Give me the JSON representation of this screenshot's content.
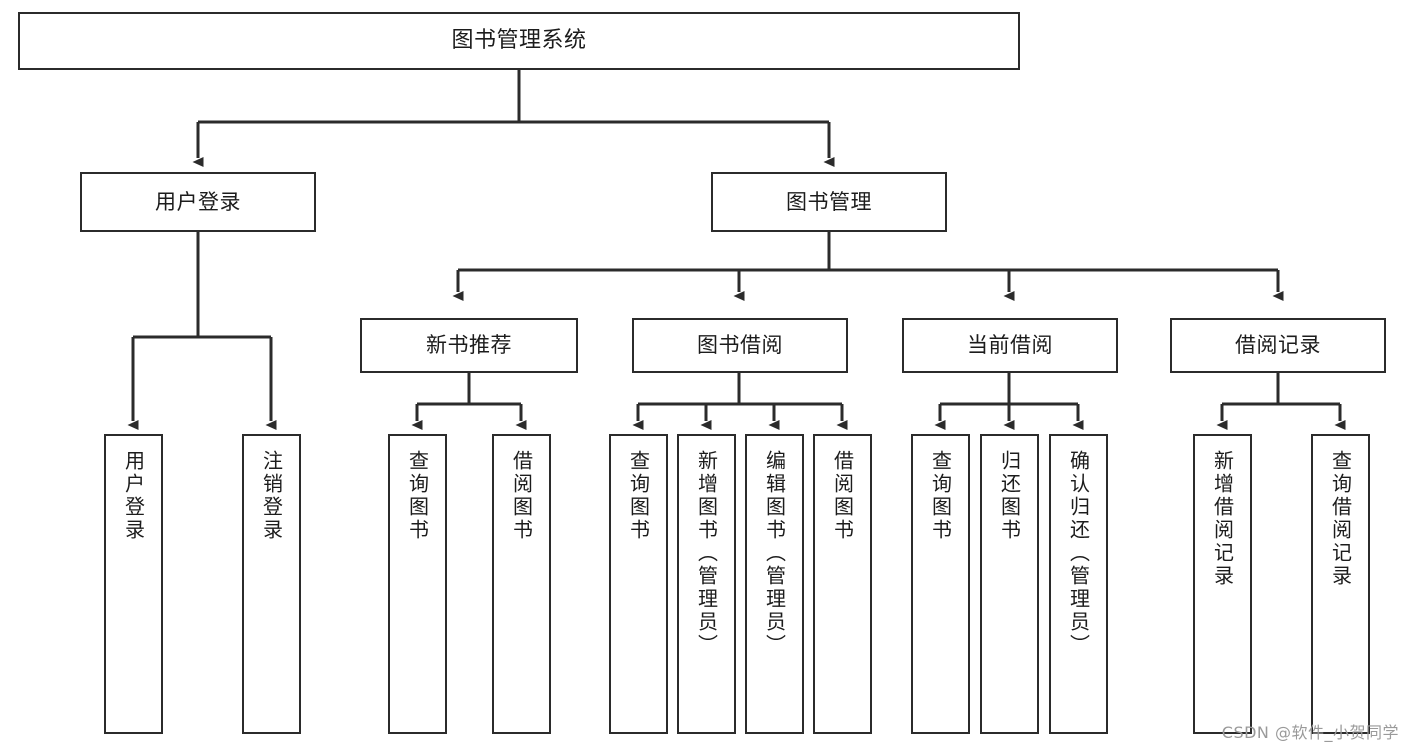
{
  "diagram": {
    "title": "图书管理系统",
    "type": "tree-hierarchy-chart",
    "watermark": "CSDN @软件_小贺同学",
    "colors": {
      "stroke": "#2b2b2b",
      "fill": "#ffffff",
      "text": "#1c1c1c",
      "watermark": "#9a9a9a"
    },
    "nodes": {
      "root": {
        "label": "图书管理系统"
      },
      "level2": [
        {
          "label": "用户登录"
        },
        {
          "label": "图书管理"
        }
      ],
      "level3": [
        {
          "label": "新书推荐"
        },
        {
          "label": "图书借阅"
        },
        {
          "label": "当前借阅"
        },
        {
          "label": "借阅记录"
        }
      ],
      "leaves_user_login": [
        {
          "label": "用户登录"
        },
        {
          "label": "注销登录"
        }
      ],
      "leaves_new_book": [
        {
          "label": "查询图书"
        },
        {
          "label": "借阅图书"
        }
      ],
      "leaves_borrow": [
        {
          "label": "查询图书"
        },
        {
          "label": "新增图书（管理员）"
        },
        {
          "label": "编辑图书（管理员）"
        },
        {
          "label": "借阅图书"
        }
      ],
      "leaves_current": [
        {
          "label": "查询图书"
        },
        {
          "label": "归还图书"
        },
        {
          "label": "确认归还（管理员）"
        }
      ],
      "leaves_record": [
        {
          "label": "新增借阅记录"
        },
        {
          "label": "查询借阅记录"
        }
      ]
    }
  }
}
